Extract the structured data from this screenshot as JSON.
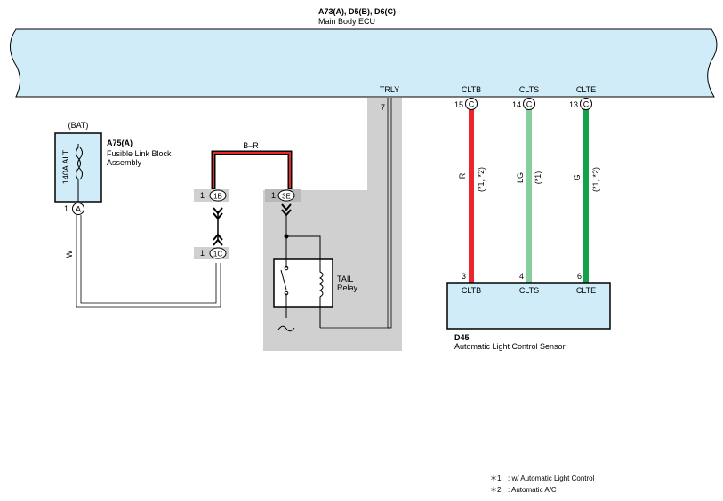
{
  "ecu": {
    "code": "A73(A), D5(B), D6(C)",
    "name": "Main Body ECU",
    "fill": "#d0ecf8",
    "terminals": [
      {
        "name": "TRLY",
        "pin": "7",
        "pin_circle": ""
      },
      {
        "name": "CLTB",
        "pin": "15",
        "pin_circle": "C"
      },
      {
        "name": "CLTS",
        "pin": "14",
        "pin_circle": "C"
      },
      {
        "name": "CLTE",
        "pin": "13",
        "pin_circle": "C"
      }
    ]
  },
  "fuse": {
    "bat_label": "(BAT)",
    "rating": "140A ALT",
    "code": "A75(A)",
    "name_line1": "Fusible Link Block",
    "name_line2": "Assembly",
    "pin": "1",
    "pin_circle": "A"
  },
  "wires": {
    "w_label": "W",
    "br_label": "B–R",
    "r_label": "R",
    "r_note": "(*1, *2)",
    "lg_label": "LG",
    "lg_note": "(*1)",
    "g_label": "G",
    "g_note": "(*1, *2)",
    "colors": {
      "red": "#e8262b",
      "light_green": "#86cf9d",
      "green": "#14a34a",
      "gray_box": "#d0d0d0"
    }
  },
  "junctions": {
    "j1b": {
      "pin": "1",
      "label": "1B"
    },
    "j1c": {
      "pin": "1",
      "label": "1C"
    },
    "j3e": {
      "pin": "1",
      "label": "3E"
    }
  },
  "relay": {
    "line1": "TAIL",
    "line2": "Relay"
  },
  "sensor": {
    "code": "D45",
    "name": "Automatic Light Control Sensor",
    "terminals": [
      {
        "name": "CLTB",
        "pin": "3"
      },
      {
        "name": "CLTS",
        "pin": "4"
      },
      {
        "name": "CLTE",
        "pin": "6"
      }
    ]
  },
  "notes": [
    {
      "mark": "＊1",
      "text": ": w/ Automatic Light Control"
    },
    {
      "mark": "＊2",
      "text": ": Automatic A/C"
    }
  ]
}
